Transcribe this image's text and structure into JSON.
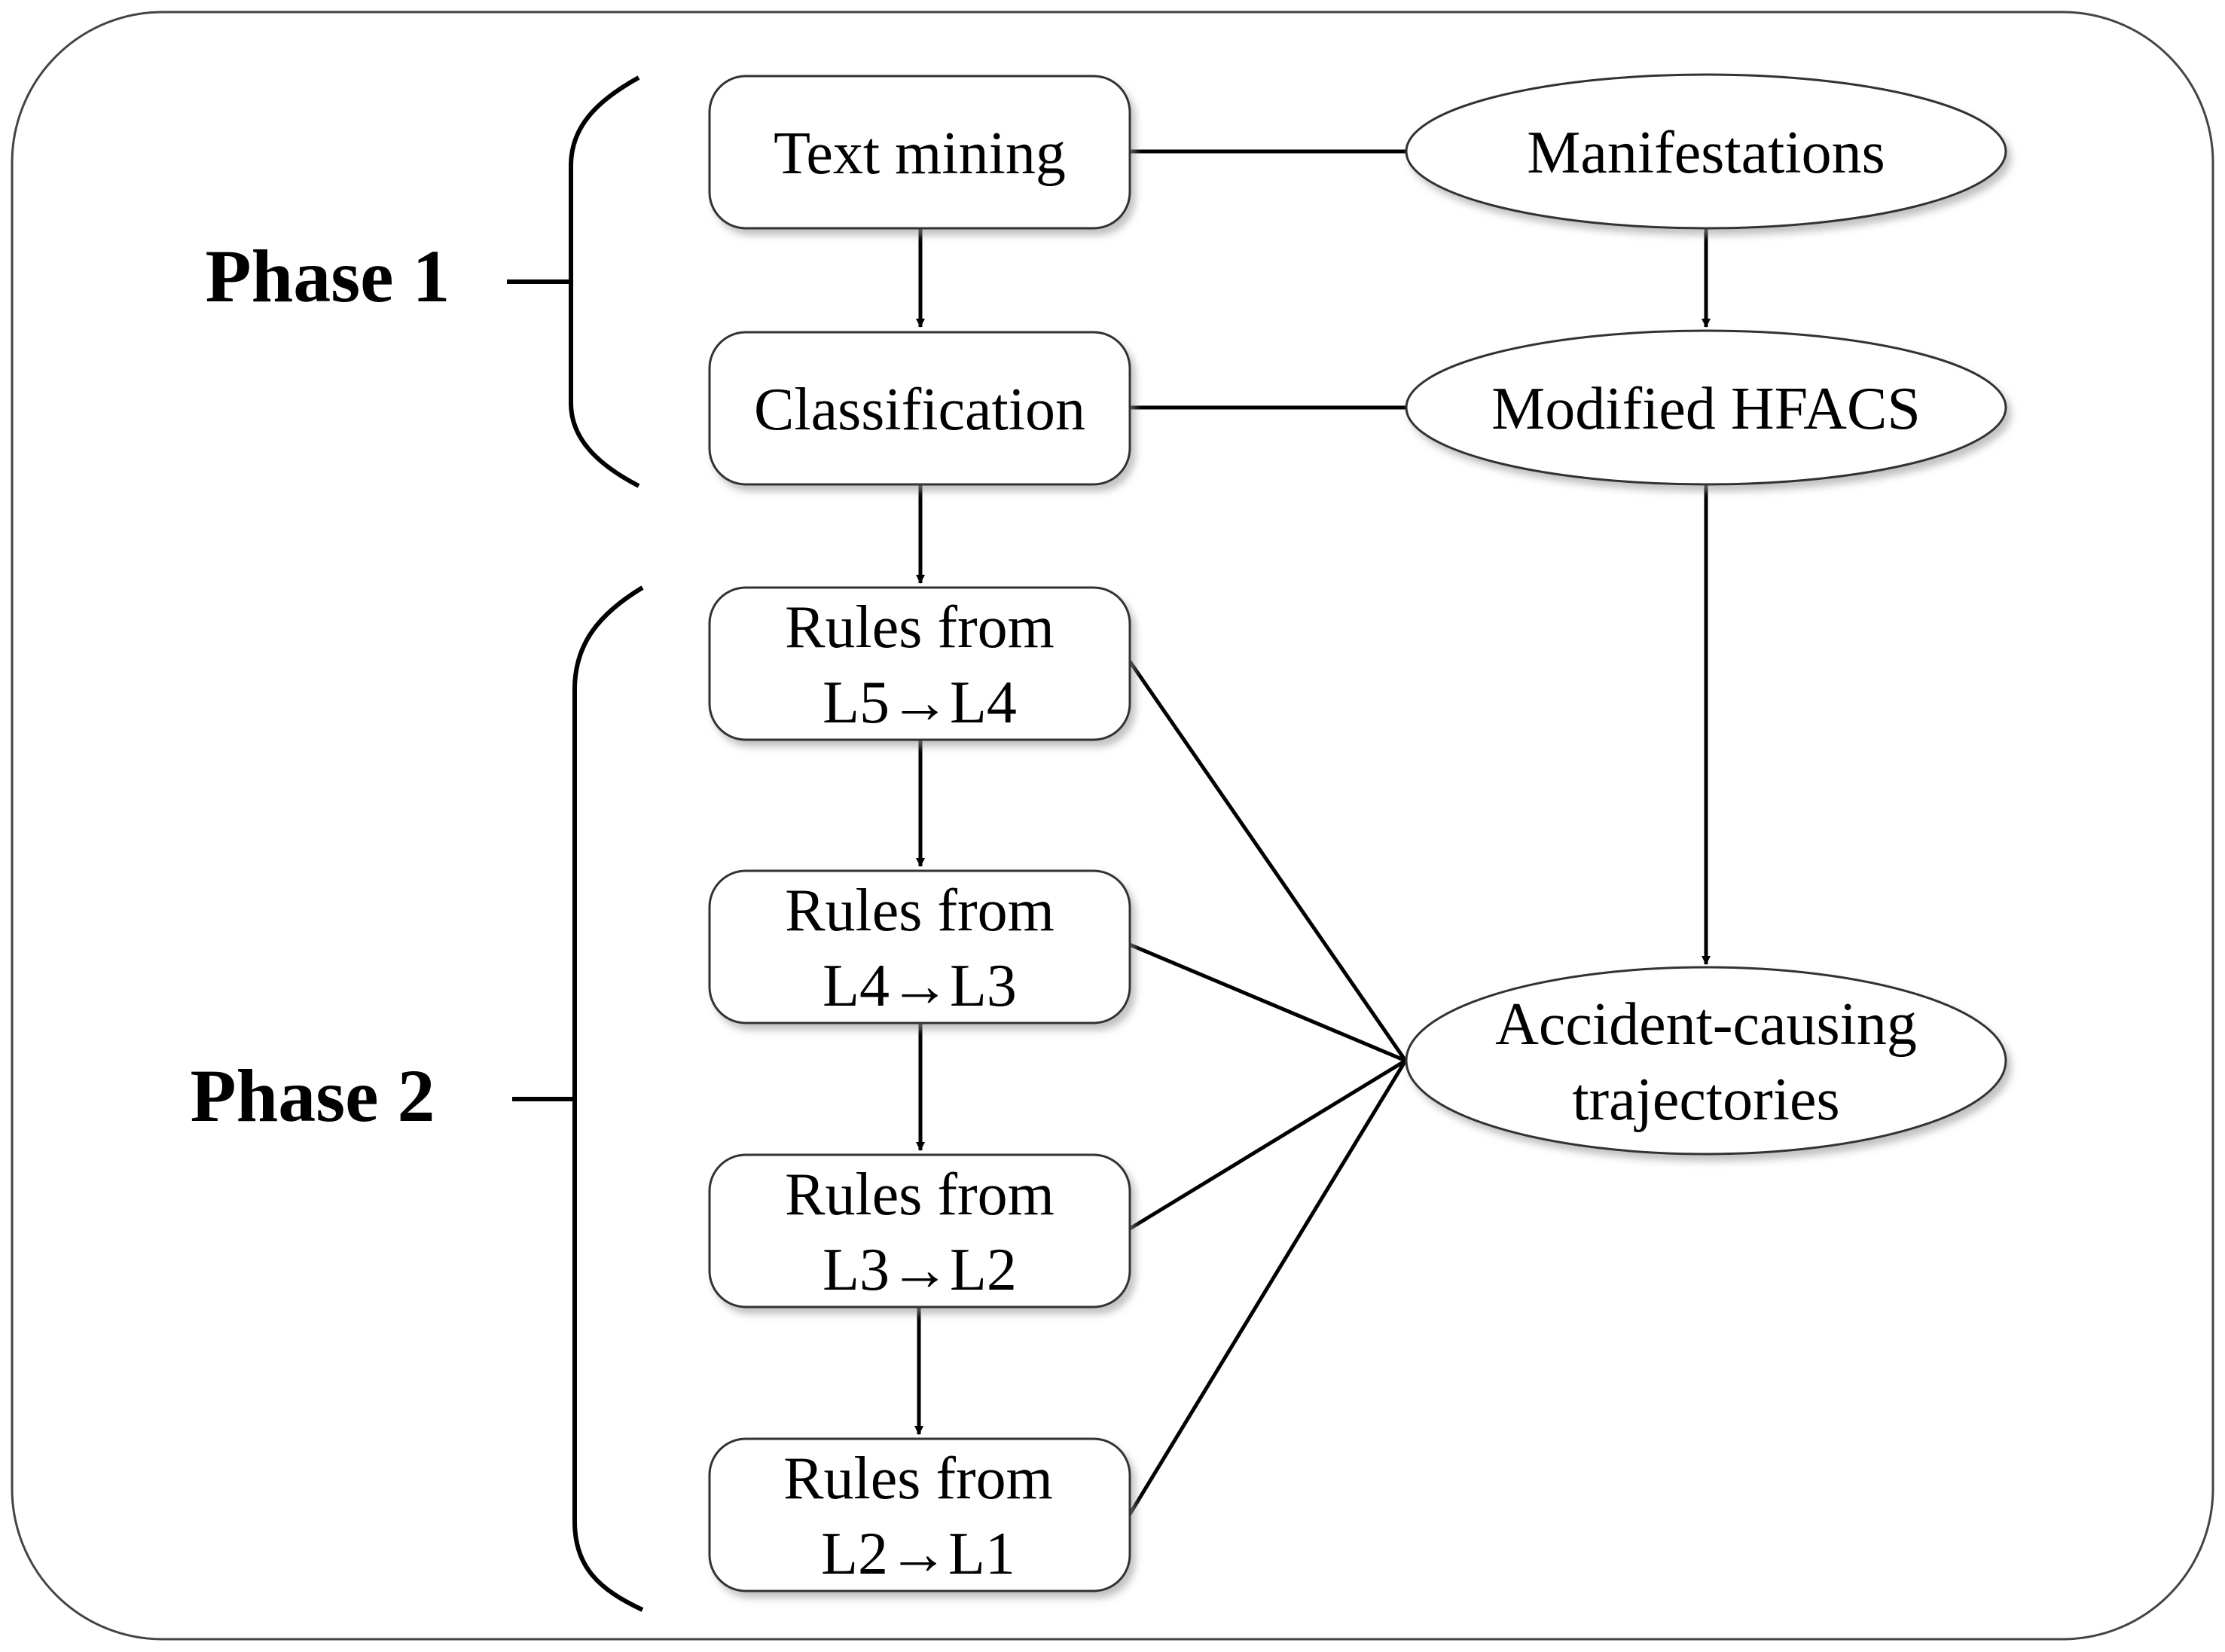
{
  "phases": {
    "phase1": "Phase 1",
    "phase2": "Phase 2"
  },
  "left_boxes": {
    "text_mining": [
      "Text mining"
    ],
    "classification": [
      "Classification"
    ],
    "rules_l5_l4": [
      "Rules from",
      "L5→L4"
    ],
    "rules_l4_l3": [
      "Rules from",
      "L4→L3"
    ],
    "rules_l3_l2": [
      "Rules from",
      "L3→L2"
    ],
    "rules_l2_l1": [
      "Rules from",
      "L2→L1"
    ]
  },
  "ellipses": {
    "manifestations": [
      "Manifestations"
    ],
    "modified_hfacs": [
      "Modified HFACS"
    ],
    "trajectories": [
      "Accident-causing",
      "trajectories"
    ]
  },
  "colors": {
    "stroke": "#000000",
    "node_border": "#333333",
    "frame_border": "#444444",
    "shadow": "#bfbfbf",
    "fill": "#ffffff"
  }
}
